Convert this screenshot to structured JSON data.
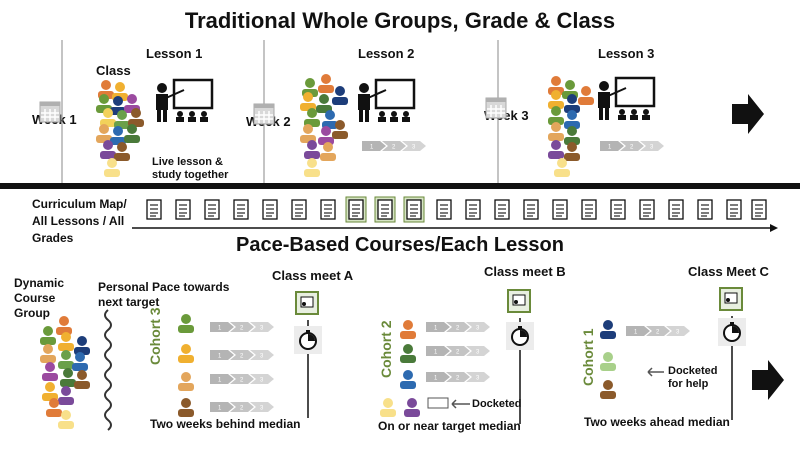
{
  "top": {
    "title": "Traditional Whole Groups, Grade & Class",
    "class_label": "Class",
    "lessons": [
      "Lesson 1",
      "Lesson 2",
      "Lesson 3"
    ],
    "weeks": [
      "Week 1",
      "Week 2",
      "Week 3"
    ],
    "live_note": "Live lesson & study together"
  },
  "middle": {
    "curriculum_label": "Curriculum Map/ All Lessons / All Grades",
    "section_title": "Pace-Based Courses/Each Lesson"
  },
  "bottom": {
    "group_label": "Dynamic Course Group",
    "pace_label": "Personal Pace towards next target",
    "class_meets": [
      "Class meet A",
      "Class meet B",
      "Class Meet C"
    ],
    "cohorts": [
      "Cohort 3",
      "Cohort 2",
      "Cohort 1"
    ],
    "captions": [
      "Two weeks behind median",
      "On or near target median",
      "Two weeks ahead median"
    ],
    "docketed": "Docketed",
    "docketed_help": "Docketed for help"
  },
  "progress_steps": [
    "1",
    "2",
    "3"
  ],
  "colors": {
    "cohort": "#6a8a3a",
    "arrow_gray": "#b4b4b4",
    "highlight": "#6a8a3a"
  }
}
